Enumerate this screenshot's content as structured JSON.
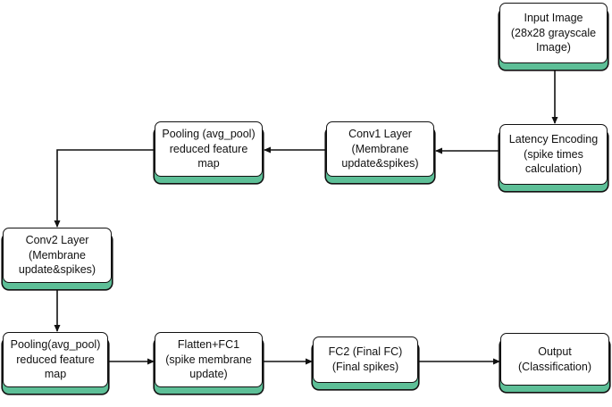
{
  "nodes": {
    "input": [
      "Input Image",
      "(28x28 grayscale",
      "Image)"
    ],
    "latency": [
      "Latency Encoding",
      "(spike times",
      "calculation)"
    ],
    "conv1": [
      "Conv1 Layer",
      "(Membrane",
      "update&spikes)"
    ],
    "pool1": [
      "Pooling (avg_pool)",
      "reduced feature",
      "map"
    ],
    "conv2": [
      "Conv2 Layer",
      "(Membrane",
      "update&spikes)"
    ],
    "pool2": [
      "Pooling(avg_pool)",
      "reduced feature",
      "map"
    ],
    "fc1": [
      "Flatten+FC1",
      "(spike membrane",
      "update)"
    ],
    "fc2": [
      "FC2 (Final FC)",
      "(Final spikes)"
    ],
    "output": [
      "Output",
      "(Classification)"
    ]
  },
  "colors": {
    "accent": "#5dbf97",
    "stroke": "#111111",
    "background": "#ffffff"
  }
}
